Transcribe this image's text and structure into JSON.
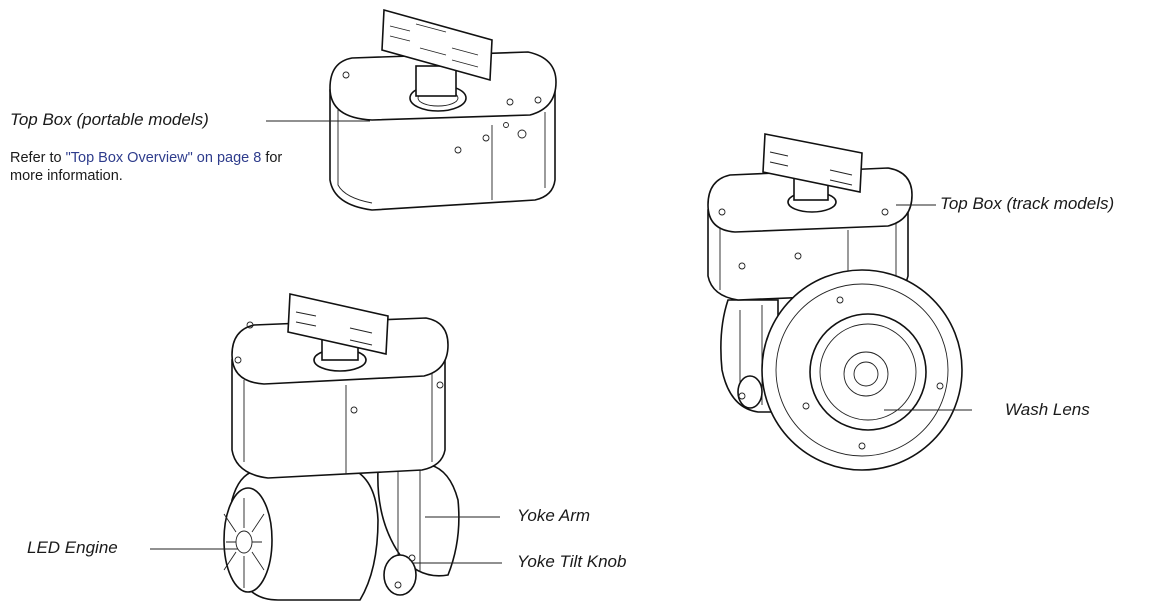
{
  "labels": {
    "top_box_portable": "Top Box (portable models)",
    "top_box_track": "Top Box (track models)",
    "wash_lens": "Wash Lens",
    "yoke_arm": "Yoke Arm",
    "led_engine": "LED Engine",
    "yoke_tilt_knob": "Yoke Tilt Knob"
  },
  "note": {
    "prefix": "Refer to ",
    "link": "\"Top Box Overview\" on page 8",
    "suffix": " for more information."
  },
  "colors": {
    "text": "#1a1a1a",
    "link": "#2e3c8c",
    "line": "#222222"
  }
}
